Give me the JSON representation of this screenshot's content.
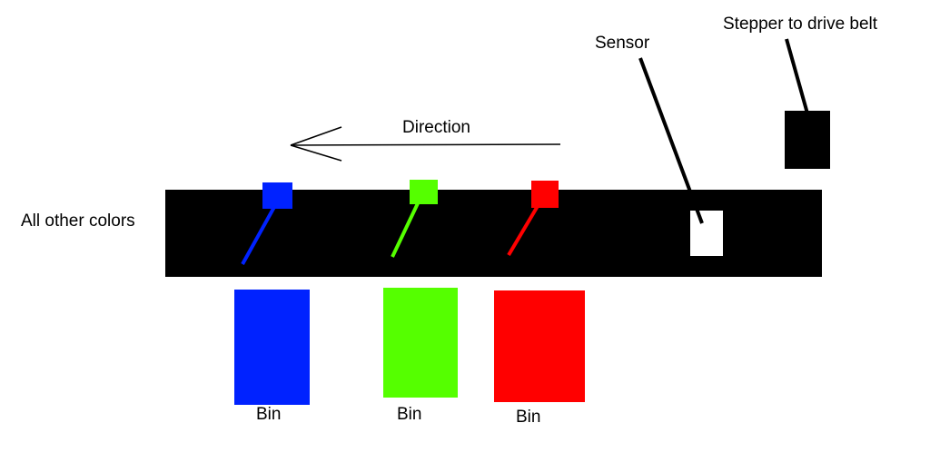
{
  "labels": {
    "stepper": "Stepper to drive belt",
    "sensor": "Sensor",
    "direction": "Direction",
    "other_colors": "All other colors",
    "bin_blue": "Bin",
    "bin_green": "Bin",
    "bin_red": "Bin"
  },
  "colors": {
    "belt": "#000000",
    "blue": "#0022ff",
    "green": "#55ff00",
    "red": "#ff0000",
    "sensor_body": "#ffffff",
    "stepper_body": "#000000"
  }
}
